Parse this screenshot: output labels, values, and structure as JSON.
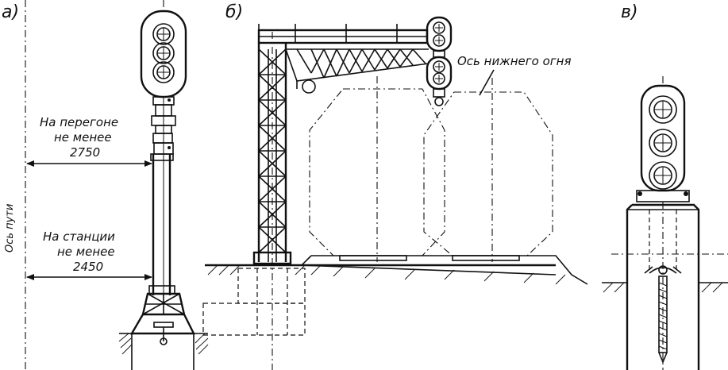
{
  "panels": {
    "a": {
      "letter": "а)",
      "axis_label": "Ось пути",
      "dim_top_line1": "На перегоне",
      "dim_top_line2": "не менее",
      "dim_top_value": "2750",
      "dim_bottom_line1": "На станции",
      "dim_bottom_line2": "не менее",
      "dim_bottom_value": "2450"
    },
    "b": {
      "letter": "б)",
      "lamp_axis_label": "Ось нижнего огня"
    },
    "c": {
      "letter": "в)"
    }
  }
}
